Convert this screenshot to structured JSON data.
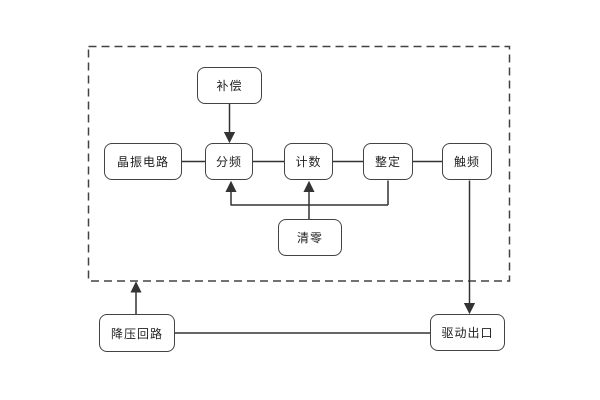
{
  "diagram": {
    "type": "block-diagram",
    "nodes": {
      "compensation": {
        "label": "补偿"
      },
      "crystal_oscillator": {
        "label": "晶振电路"
      },
      "frequency_divider": {
        "label": "分频"
      },
      "counter": {
        "label": "计数"
      },
      "setting": {
        "label": "整定"
      },
      "trigger_frequency": {
        "label": "触频"
      },
      "clear": {
        "label": "清零"
      },
      "step_down_circuit": {
        "label": "降压回路"
      },
      "drive_output": {
        "label": "驱动出口"
      }
    },
    "edges": [
      {
        "from": "compensation",
        "to": "frequency_divider",
        "arrow": true
      },
      {
        "from": "crystal_oscillator",
        "to": "frequency_divider",
        "arrow": false
      },
      {
        "from": "frequency_divider",
        "to": "counter",
        "arrow": false
      },
      {
        "from": "counter",
        "to": "setting",
        "arrow": false
      },
      {
        "from": "setting",
        "to": "trigger_frequency",
        "arrow": false
      },
      {
        "from": "setting",
        "to": "feedback_bus",
        "arrow": false
      },
      {
        "from": "clear",
        "to": "feedback_bus",
        "arrow": false
      },
      {
        "from": "feedback_bus",
        "to": "frequency_divider",
        "arrow": true
      },
      {
        "from": "feedback_bus",
        "to": "counter",
        "arrow": true
      },
      {
        "from": "trigger_frequency",
        "to": "drive_output",
        "arrow": true
      },
      {
        "from": "step_down_circuit",
        "to": "dashed_enclosure",
        "arrow": true
      },
      {
        "from": "step_down_circuit",
        "to": "drive_output",
        "arrow": false
      }
    ],
    "colors": {
      "background": "#ffffff",
      "line": "#434343",
      "box_border": "#434343",
      "box_fill": "#ffffff",
      "text": "#1f1f1f"
    }
  }
}
